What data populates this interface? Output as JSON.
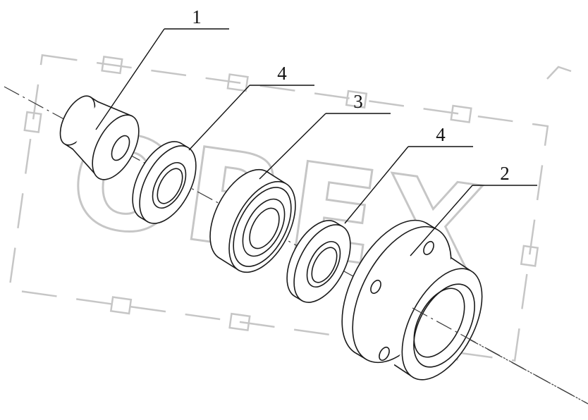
{
  "figure": {
    "background": "#ffffff",
    "line_color": "#1a1a1a",
    "callout_color": "#111111",
    "watermark_color": "#c6c6c6",
    "watermark_text": "OREX"
  },
  "callouts": [
    {
      "label": "1"
    },
    {
      "label": "4"
    },
    {
      "label": "3"
    },
    {
      "label": "4"
    },
    {
      "label": "2"
    }
  ]
}
